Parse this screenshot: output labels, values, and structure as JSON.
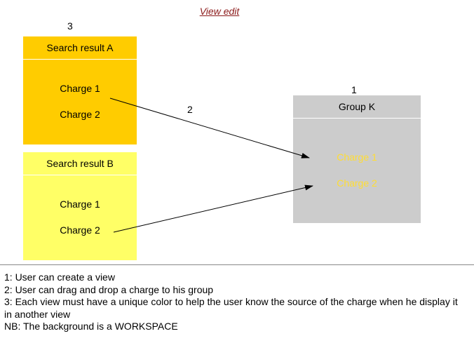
{
  "header": {
    "link_text": "View edit"
  },
  "markers": {
    "view_number": "3",
    "group_number": "1",
    "drag_number": "2"
  },
  "views": [
    {
      "title": "Search result A",
      "color": "#ffcc00",
      "charges": [
        "Charge 1",
        "Charge 2"
      ]
    },
    {
      "title": "Search result B",
      "color": "#ffff66",
      "charges": [
        "Charge 1",
        "Charge 2"
      ]
    }
  ],
  "group": {
    "title": "Group K",
    "color": "#cccccc",
    "charge_text_color": "#ffdd33",
    "charges": [
      "Charge 1",
      "Charge 2"
    ]
  },
  "notes": [
    "1: User can create a view",
    "2: User can drag and drop a charge to his group",
    "3: Each view must have a unique color to help the user know the source of the charge when he display it in another view",
    "NB: The background is a WORKSPACE"
  ]
}
